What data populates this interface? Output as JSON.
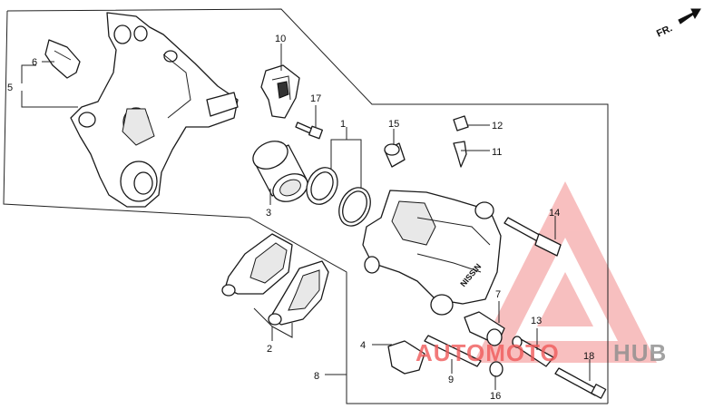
{
  "direction_label": "FR.",
  "callouts": [
    {
      "id": "1",
      "text": "1"
    },
    {
      "id": "2",
      "text": "2"
    },
    {
      "id": "3",
      "text": "3"
    },
    {
      "id": "4",
      "text": "4"
    },
    {
      "id": "5",
      "text": "5"
    },
    {
      "id": "6",
      "text": "6"
    },
    {
      "id": "7",
      "text": "7"
    },
    {
      "id": "8",
      "text": "8"
    },
    {
      "id": "9",
      "text": "9"
    },
    {
      "id": "10",
      "text": "10"
    },
    {
      "id": "11",
      "text": "11"
    },
    {
      "id": "12",
      "text": "12"
    },
    {
      "id": "13",
      "text": "13"
    },
    {
      "id": "14",
      "text": "14"
    },
    {
      "id": "15",
      "text": "15"
    },
    {
      "id": "16",
      "text": "16"
    },
    {
      "id": "17",
      "text": "17"
    },
    {
      "id": "18",
      "text": "18"
    }
  ],
  "watermark": {
    "text_left": "AUTOMOTO",
    "text_right": "HUB",
    "color_red": "#f05a5a",
    "color_grey": "#8c8c8c"
  },
  "caliper_logo": "NISSIN"
}
